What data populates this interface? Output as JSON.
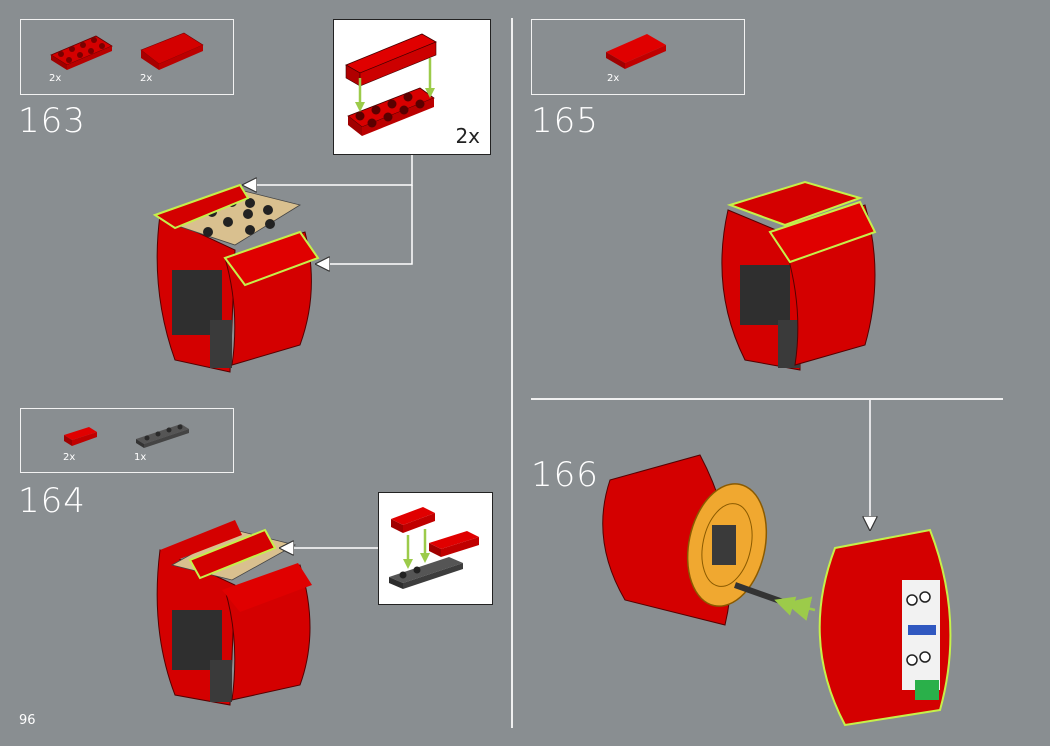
{
  "page_number": "96",
  "steps": [
    {
      "number": "163",
      "parts": [
        {
          "qty": "2x",
          "part": "red-plate-2x4"
        },
        {
          "qty": "2x",
          "part": "red-curved-slope-2x4"
        }
      ],
      "callout_qty": "2x"
    },
    {
      "number": "164",
      "parts": [
        {
          "qty": "2x",
          "part": "red-tile-1x2"
        },
        {
          "qty": "1x",
          "part": "dark-grey-plate-1x4-rail"
        }
      ]
    },
    {
      "number": "165",
      "parts": [
        {
          "qty": "2x",
          "part": "red-tile-2x4"
        }
      ]
    },
    {
      "number": "166"
    }
  ],
  "colors": {
    "background": "#898e91",
    "brick_red": "#d40000",
    "highlight": "#c6f04a",
    "arrow_green": "#9ccb4a",
    "tan": "#d9c08f",
    "gold": "#f0a830"
  }
}
